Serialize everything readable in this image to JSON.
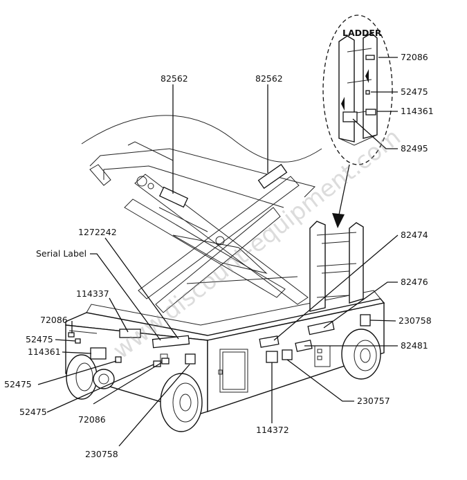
{
  "ladder_title": "LADDER",
  "watermark": "www.discount-equipment.com",
  "labels": {
    "l82562_left": "82562",
    "l82562_right": "82562",
    "l72086_ladder": "72086",
    "l52475_ladder": "52475",
    "l114361_ladder": "114361",
    "l82495": "82495",
    "l1272242": "1272242",
    "l_serial": "Serial Label",
    "l82474": "82474",
    "l82476": "82476",
    "l114337": "114337",
    "l72086_left": "72086",
    "l230758_right": "230758",
    "l52475_left": "52475",
    "l82481": "82481",
    "l114361_left": "114361",
    "l52475_front": "52475",
    "l230757": "230757",
    "l52475_lower": "52475",
    "l72086_bottom": "72086",
    "l114372": "114372",
    "l230758_bottom": "230758"
  },
  "colors": {
    "line": "#111111",
    "background": "#ffffff",
    "watermark": "#9a9a9a"
  }
}
